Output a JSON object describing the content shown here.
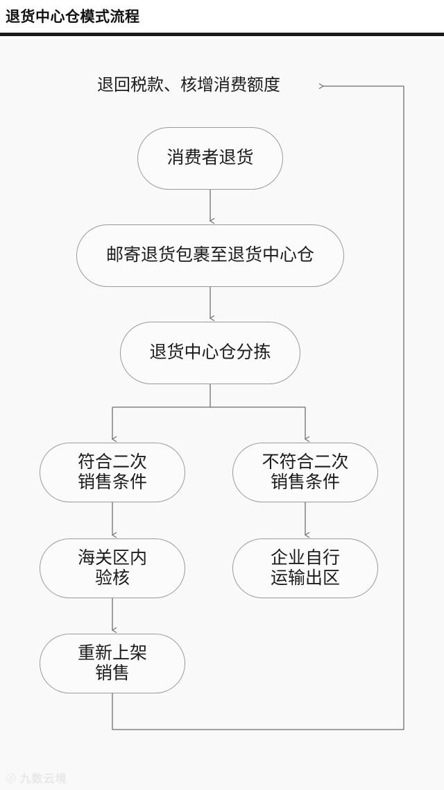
{
  "header": {
    "title": "退货中心仓模式流程",
    "rule_color": "#1a1a1a"
  },
  "theme": {
    "background": "#f9f9f9",
    "node_fill": "#fbfbfb",
    "node_border": "#9a9a9a",
    "connector": "#6e6e6e",
    "text": "#1b1b1b"
  },
  "flow": {
    "loop_label": "退回税款、核增消费额度",
    "nodes": {
      "consumer_return": "消费者退货",
      "mail_parcel": "邮寄退货包裹至退货中心仓",
      "sorting": "退货中心仓分拣",
      "eligible": "符合二次\n销售条件",
      "not_eligible": "不符合二次\n销售条件",
      "customs_verify": "海关区内\n验核",
      "self_transport": "企业自行\n运输出区",
      "reshelve": "重新上架\n销售"
    }
  },
  "watermark": {
    "mark": "◎",
    "text": "九数云境"
  }
}
